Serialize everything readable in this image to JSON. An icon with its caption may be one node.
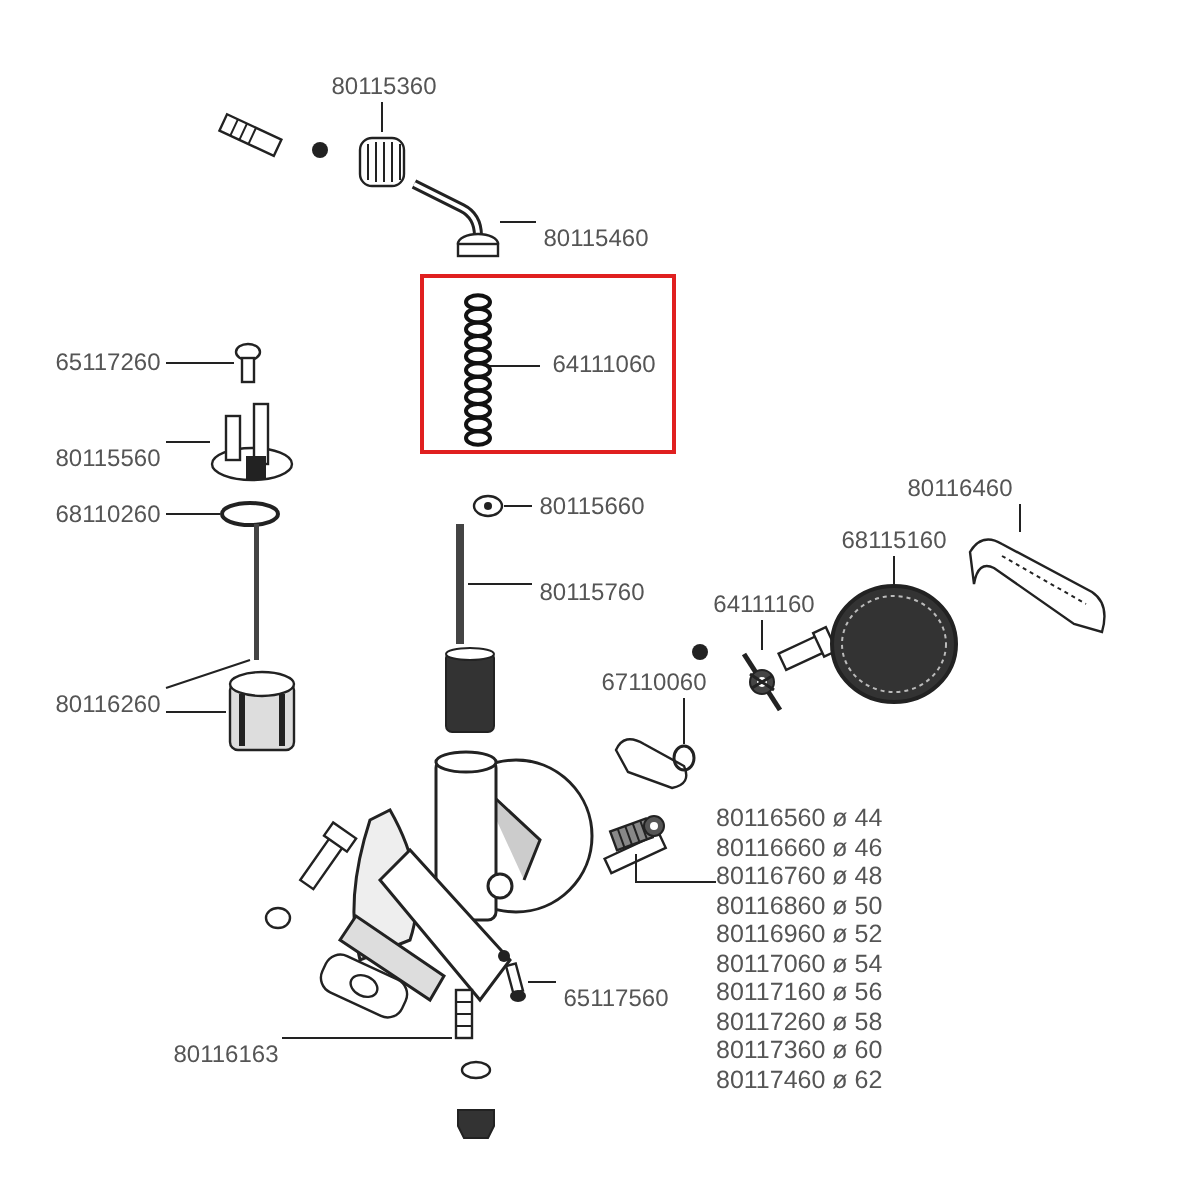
{
  "diagram": {
    "nodes": [
      {
        "text": [
          "80115360"
        ]
      },
      {
        "text": [],
        "shape": "picture"
      },
      {
        "text": [
          "80115460"
        ]
      },
      {
        "text": [],
        "shape": "picture"
      },
      {
        "text": [],
        "shape": "box"
      },
      {
        "text": [
          "64111060"
        ],
        "in": 4
      },
      {
        "text": [],
        "shape": "picture",
        "in": 4
      },
      {
        "text": [
          "65117260"
        ]
      },
      {
        "text": [],
        "shape": "picture"
      },
      {
        "text": [
          "80115560"
        ]
      },
      {
        "text": [],
        "shape": "picture"
      },
      {
        "text": [
          "68110260"
        ]
      },
      {
        "text": [],
        "shape": "circle"
      },
      {
        "text": [
          "80115660"
        ]
      },
      {
        "text": [],
        "shape": "picture"
      },
      {
        "text": [
          "80115760"
        ]
      },
      {
        "text": [],
        "shape": "bar"
      },
      {
        "text": [
          "80116260"
        ]
      },
      {
        "text": [],
        "shape": "picture"
      },
      {
        "text": [],
        "shape": "bar"
      },
      {
        "text": [
          "64111160"
        ]
      },
      {
        "text": [],
        "shape": "picture"
      },
      {
        "text": [
          "67110060"
        ]
      },
      {
        "text": [],
        "shape": "circle"
      },
      {
        "text": [
          "68115160"
        ]
      },
      {
        "text": [],
        "shape": "picture"
      },
      {
        "text": [
          "80116460"
        ]
      },
      {
        "text": [],
        "shape": "picture"
      },
      {
        "text": [
          "80116560 ø 44",
          "80116660 ø 46",
          "80116760 ø 48",
          "80116860 ø 50",
          "80116960 ø 52",
          "80117060 ø 54",
          "80117160 ø 56",
          "80117260 ø 58",
          "80117360 ø 60",
          "80117460 ø 62"
        ]
      },
      {
        "text": [],
        "shape": "picture"
      },
      {
        "text": [
          "65117560"
        ]
      },
      {
        "text": [],
        "shape": "bar"
      },
      {
        "text": [
          "80116163"
        ]
      },
      {
        "text": [],
        "shape": "picture"
      }
    ],
    "edges": [
      {
        "from": 0,
        "to": 1,
        "arrow": "none"
      },
      {
        "from": 2,
        "to": 3,
        "arrow": "none"
      },
      {
        "from": 5,
        "to": 6,
        "arrow": "none"
      },
      {
        "from": 7,
        "to": 8,
        "arrow": "none"
      },
      {
        "from": 9,
        "to": 10,
        "arrow": "none"
      },
      {
        "from": 11,
        "to": 12,
        "arrow": "none"
      },
      {
        "from": 13,
        "to": 14,
        "arrow": "none"
      },
      {
        "from": 15,
        "to": 16,
        "arrow": "none"
      },
      {
        "from": 17,
        "to": 18,
        "arrow": "none"
      },
      {
        "from": 17,
        "to": 19,
        "arrow": "none"
      },
      {
        "from": 20,
        "to": 21,
        "arrow": "none"
      },
      {
        "from": 22,
        "to": 23,
        "arrow": "none"
      },
      {
        "from": 24,
        "to": 25,
        "arrow": "none"
      },
      {
        "from": 26,
        "to": 27,
        "arrow": "none"
      },
      {
        "from": 28,
        "to": 29,
        "arrow": "none"
      },
      {
        "from": 30,
        "to": 31,
        "arrow": "none"
      },
      {
        "from": 32,
        "to": 33,
        "arrow": "none"
      }
    ]
  }
}
